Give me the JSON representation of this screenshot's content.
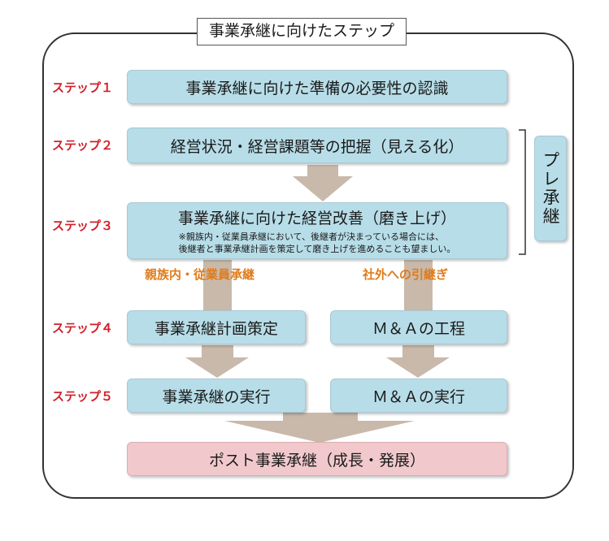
{
  "title": "事業承継に向けたステップ",
  "steps": [
    {
      "label": "ステップ１",
      "text": "事業承継に向けた準備の必要性の認識"
    },
    {
      "label": "ステップ２",
      "text": "経営状況・経営課題等の把握（見える化）"
    },
    {
      "label": "ステップ３",
      "text": "事業承継に向けた経営改善（磨き上げ）",
      "note_line1": "※親族内・従業員承継において、後継者が決まっている場合には、",
      "note_line2": "後継者と事業承継計画を策定して磨き上げを進めることも望ましい。"
    },
    {
      "label": "ステップ４",
      "left": "事業承継計画策定",
      "right": "Ｍ＆Ａの工程"
    },
    {
      "label": "ステップ５",
      "left": "事業承継の実行",
      "right": "Ｍ＆Ａの実行"
    }
  ],
  "routes": {
    "left": "親族内・従業員承継",
    "right": "社外への引継ぎ"
  },
  "side_label": "プレ承継",
  "final": "ポスト事業承継（成長・発展）",
  "colors": {
    "box": "#b7dde8",
    "final_box": "#f1c9cc",
    "step_label": "#d0202a",
    "route_label": "#e07b1a",
    "arrow": "#c9b9ab"
  }
}
